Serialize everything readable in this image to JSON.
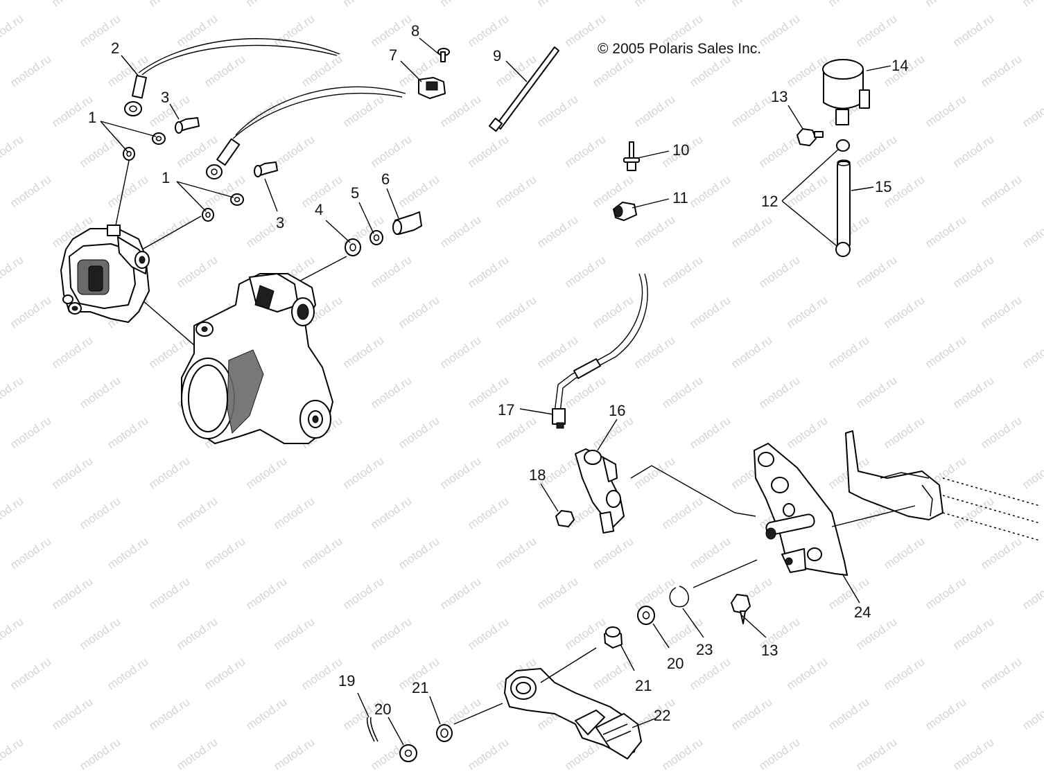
{
  "copyright": "© 2005 Polaris Sales Inc.",
  "watermark": "motod.ru",
  "colors": {
    "ink": "#000000",
    "watermark": "#d4d4d4",
    "background": "#ffffff"
  },
  "callouts": [
    "1",
    "1",
    "2",
    "3",
    "3",
    "4",
    "5",
    "6",
    "7",
    "8",
    "9",
    "10",
    "11",
    "12",
    "13",
    "13",
    "14",
    "15",
    "16",
    "17",
    "18",
    "19",
    "20",
    "20",
    "21",
    "21",
    "22",
    "23",
    "24"
  ]
}
